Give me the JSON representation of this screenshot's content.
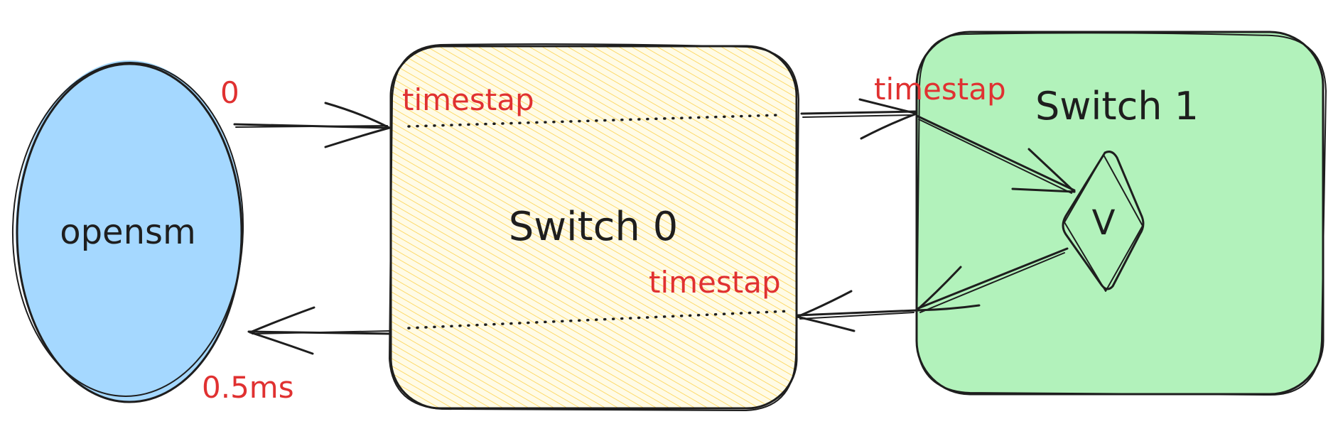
{
  "nodes": {
    "opensm": {
      "label": "opensm",
      "color": "#a5d8ff"
    },
    "switch0": {
      "label": "Switch 0",
      "fill": "#ffec99",
      "hatch": "#fcc419"
    },
    "switch1": {
      "label": "Switch 1",
      "color": "#b2f2bb"
    },
    "v": {
      "label": "V"
    }
  },
  "annotations": {
    "zero": "0",
    "half_ms": "0.5ms",
    "timestap_top": "timestap",
    "timestap_switch1": "timestap",
    "timestap_bottom": "timestap"
  },
  "colors": {
    "stroke": "#1e1e1e",
    "annotation": "#e03131"
  }
}
